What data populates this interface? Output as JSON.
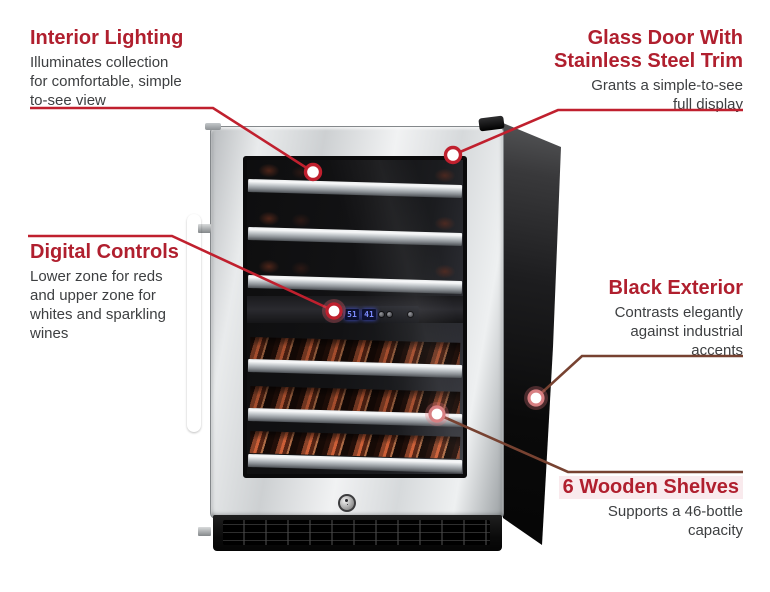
{
  "colors": {
    "accent_red": "#b01f2e",
    "line_red": "#c0202e",
    "line_brown": "#774231",
    "dot_ring_bright": "#c0202e",
    "dot_ring_soft": "#d87f82",
    "body_text": "#3d3f41"
  },
  "callouts": {
    "interior_lighting": {
      "title": "Interior Lighting",
      "lines": [
        "Illuminates collection",
        "for comfortable, simple",
        "to-see view"
      ]
    },
    "glass_door": {
      "title_lines": [
        "Glass Door With",
        "Stainless Steel Trim"
      ],
      "lines": [
        "Grants a simple-to-see",
        "full display"
      ]
    },
    "digital_controls": {
      "title": "Digital Controls",
      "lines": [
        "Lower zone for reds",
        "and upper zone for",
        "whites and sparkling",
        "wines"
      ]
    },
    "black_exterior": {
      "title": "Black Exterior",
      "lines": [
        "Contrasts elegantly",
        "against industrial",
        "accents"
      ]
    },
    "wooden_shelves": {
      "title": "6 Wooden Shelves",
      "lines": [
        "Supports a 46-bottle",
        "capacity"
      ]
    }
  },
  "product": {
    "controls": {
      "display_left": "51",
      "display_right": "41"
    }
  }
}
